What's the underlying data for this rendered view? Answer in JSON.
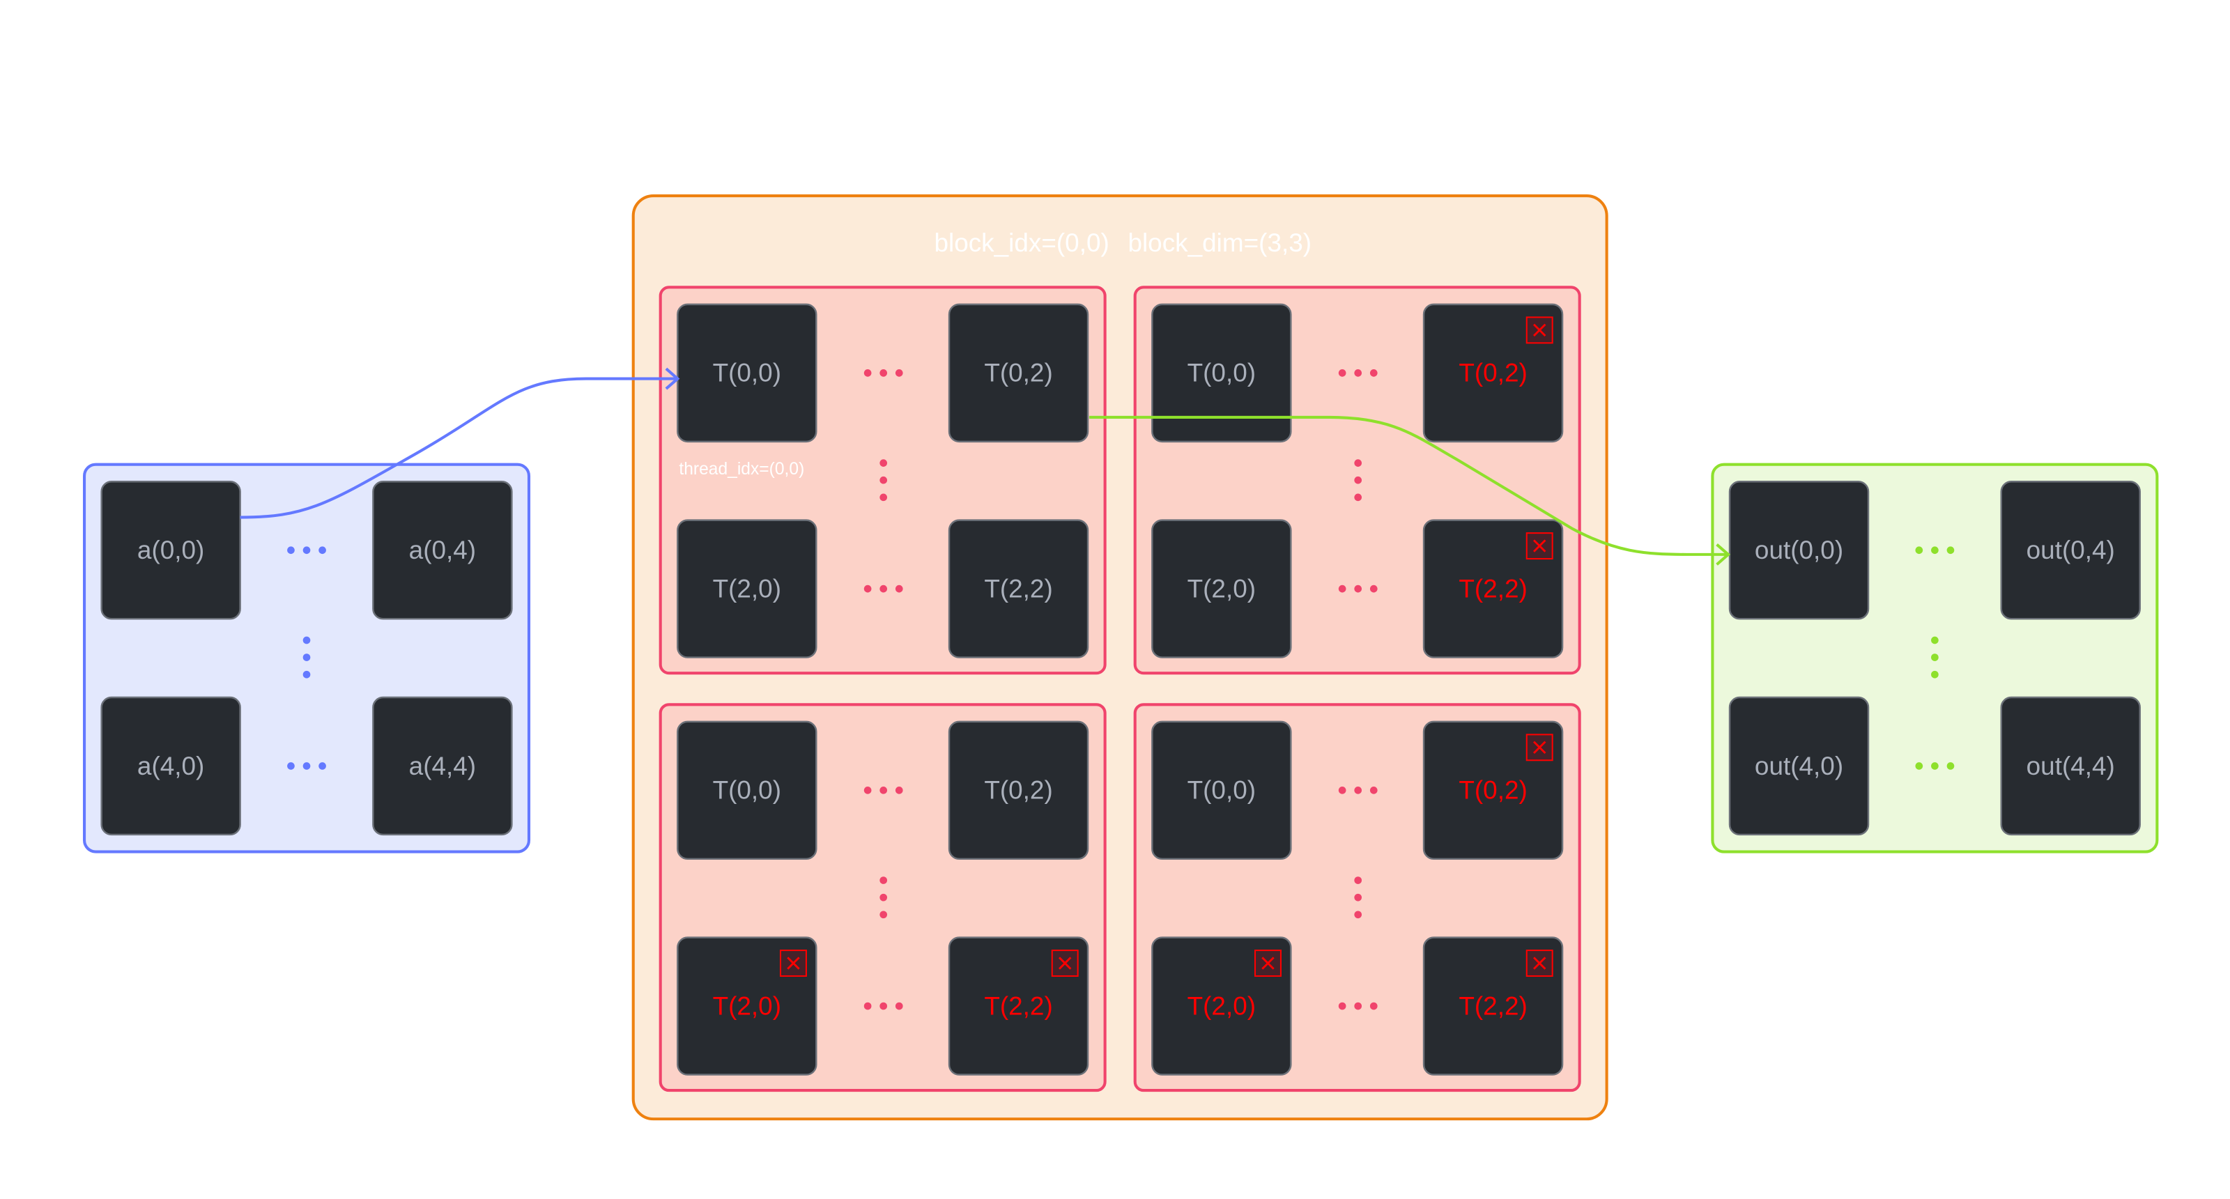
{
  "colors": {
    "cell_fill": "#272b30",
    "cell_stroke": "#6b7078",
    "cell_text": "#aab0bb",
    "invalid_text": "#ff0000",
    "input_accent": "#6479ff",
    "input_bg": "#e3e8fd",
    "grid_accent": "#ee8110",
    "grid_bg": "#fcebd9",
    "block_accent": "#f0446c",
    "block_bg": "#fcd2c8",
    "output_accent": "#8ee02c",
    "output_bg": "#ecf9dc"
  },
  "input_matrix": {
    "cells": [
      "a(0,0)",
      "a(0,4)",
      "a(4,0)",
      "a(4,4)"
    ]
  },
  "output_matrix": {
    "cells": [
      "out(0,0)",
      "out(0,4)",
      "out(4,0)",
      "out(4,4)"
    ]
  },
  "grid": {
    "title_block_idx": "block_idx=(0,0)",
    "title_block_dim": "block_dim=(3,3)",
    "thread_label": "thread_idx=(0,0)",
    "invalid_icon": "x-mark-icon",
    "blocks": [
      {
        "cells": [
          {
            "label": "T(0,0)",
            "invalid": false
          },
          {
            "label": "T(0,2)",
            "invalid": false
          },
          {
            "label": "T(2,0)",
            "invalid": false
          },
          {
            "label": "T(2,2)",
            "invalid": false
          }
        ]
      },
      {
        "cells": [
          {
            "label": "T(0,0)",
            "invalid": false
          },
          {
            "label": "T(0,2)",
            "invalid": true
          },
          {
            "label": "T(2,0)",
            "invalid": false
          },
          {
            "label": "T(2,2)",
            "invalid": true
          }
        ]
      },
      {
        "cells": [
          {
            "label": "T(0,0)",
            "invalid": false
          },
          {
            "label": "T(0,2)",
            "invalid": false
          },
          {
            "label": "T(2,0)",
            "invalid": true
          },
          {
            "label": "T(2,2)",
            "invalid": true
          }
        ]
      },
      {
        "cells": [
          {
            "label": "T(0,0)",
            "invalid": false
          },
          {
            "label": "T(0,2)",
            "invalid": true
          },
          {
            "label": "T(2,0)",
            "invalid": true
          },
          {
            "label": "T(2,2)",
            "invalid": true
          }
        ]
      }
    ]
  }
}
